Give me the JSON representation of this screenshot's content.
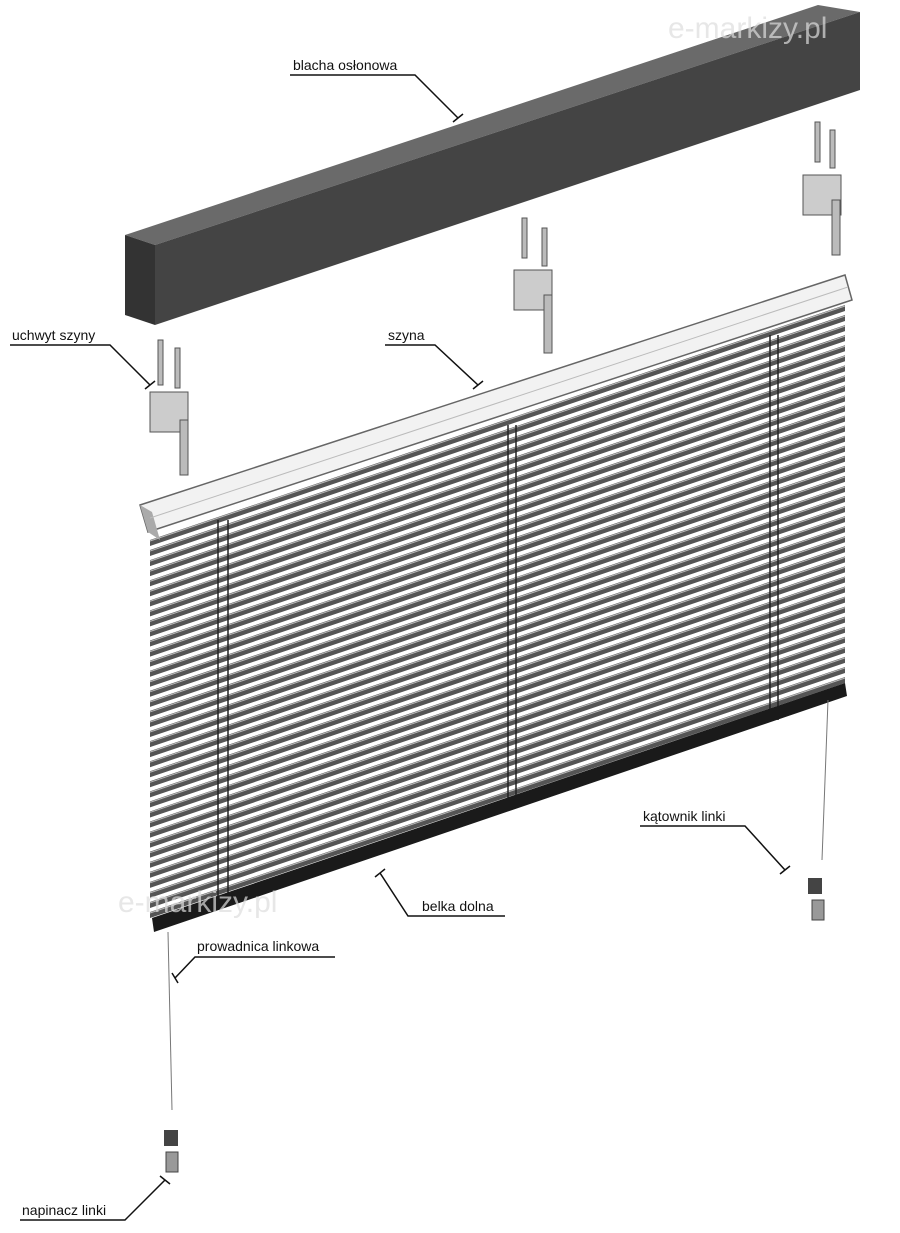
{
  "watermark": "e-markizy.pl",
  "labels": {
    "cover": "blacha osłonowa",
    "rail_bracket": "uchwyt szyny",
    "rail": "szyna",
    "cord_angle": "kątownik linki",
    "bottom_bar": "belka dolna",
    "cord_guide": "prowadnica linkowa",
    "cord_tensioner": "napinacz linki"
  },
  "slat_count": 38,
  "colors": {
    "cover": "#4a4a4a",
    "slat": "#555555",
    "bottom_bar": "#1a1a1a",
    "rail": "#f2f2f2"
  }
}
